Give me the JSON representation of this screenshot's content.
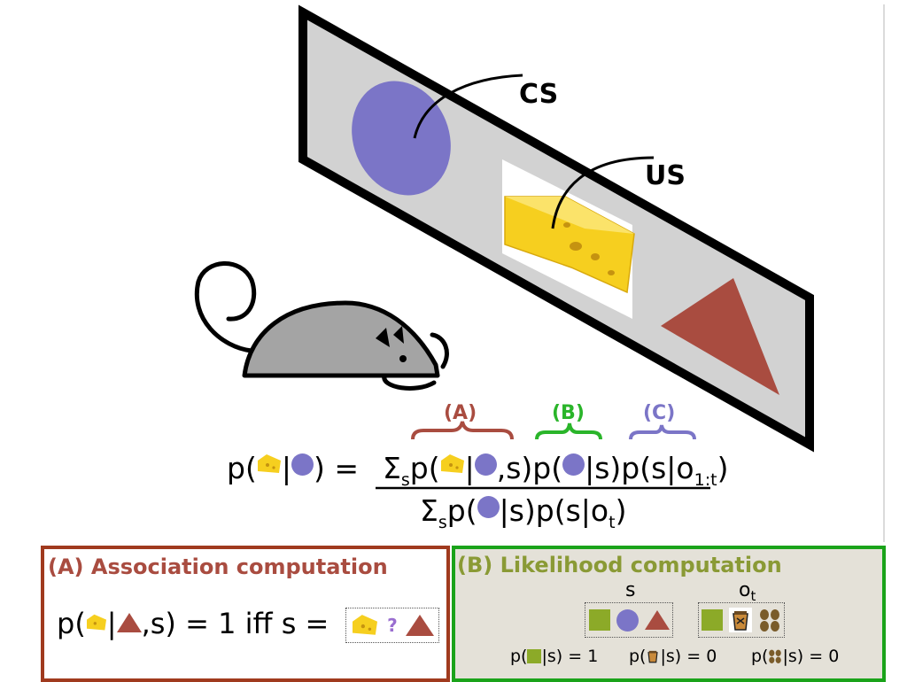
{
  "labels": {
    "cs": "CS",
    "us": "US",
    "a": "(A)",
    "b": "(B)",
    "c": "(C)"
  },
  "equation": {
    "lhs_prefix": "p(",
    "bar": "|",
    "lhs_close": ") =",
    "num_sum": "Σ",
    "s": "s",
    "num_p1": "p(",
    "num_mid1": ",s)p(",
    "num_mid2": "|s)p(s|o",
    "num_sub": "1:t",
    "close": ")",
    "den_p1": "p(",
    "den_mid": "|s)p(s|o",
    "den_sub": "t"
  },
  "panel_a": {
    "title": "(A) Association computation",
    "formula_prefix": "p(",
    "formula_bar": "|",
    "formula_mid": ",s) = 1 iff s =",
    "question": "?"
  },
  "panel_b": {
    "title": "(B) Likelihood computation",
    "s_label": "s",
    "o_label": "o",
    "o_sub": "t",
    "p_open": "p(",
    "p1_rest": "|s) = 1",
    "p2_rest": "|s) = 0",
    "p3_rest": "|s) = 0"
  },
  "colors": {
    "cs_circle": "#7b75c7",
    "triangle": "#a94c40",
    "label_a": "#a94c40",
    "label_b": "#2ab52a",
    "label_c": "#7b75c7",
    "panel_a_border": "#a03a1e",
    "panel_b_border": "#1aa31a",
    "panel_b_bg": "#e4e1d8",
    "panel_b_title": "#8a9a35",
    "square": "#8caa28",
    "cheese": "#f6cf1f"
  }
}
